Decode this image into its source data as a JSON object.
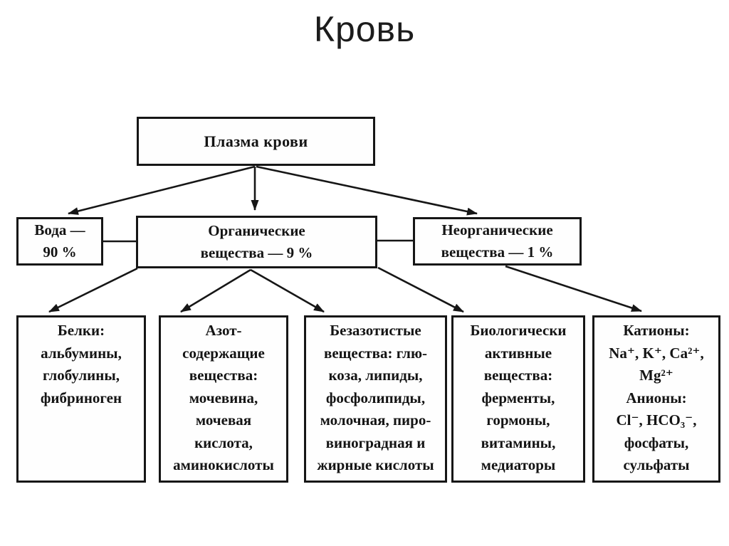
{
  "title": "Кровь",
  "colors": {
    "ink": "#161616",
    "background": "#ffffff"
  },
  "diagram": {
    "root": {
      "label": "Плазма крови"
    },
    "level2": {
      "water": {
        "lines": [
          "Вода —",
          "90 %"
        ]
      },
      "organic": {
        "lines": [
          "Органические",
          "вещества — 9 %"
        ]
      },
      "inorganic": {
        "lines": [
          "Неорганические",
          "вещества — 1 %"
        ]
      }
    },
    "level3": {
      "proteins": {
        "lines": [
          "Белки:",
          "альбумины,",
          "глобулины,",
          "фибриноген"
        ]
      },
      "nitrogenous": {
        "lines": [
          "Азот-",
          "содержащие",
          "вещества:",
          "мочевина,",
          "мочевая",
          "кислота,",
          "аминокислоты"
        ]
      },
      "non_nitrogenous": {
        "lines": [
          "Безазотистые",
          "вещества: глю-",
          "коза, липиды,",
          "фосфолипиды,",
          "молочная, пиро-",
          "виноградная и",
          "жирные кислоты"
        ]
      },
      "bioactive": {
        "lines": [
          "Биологически",
          "активные",
          "вещества:",
          "ферменты,",
          "гормоны,",
          "витамины,",
          "медиаторы"
        ]
      },
      "ions": {
        "lines": [
          "Катионы:",
          "Na⁺, K⁺, Ca²⁺,",
          "Mg²⁺",
          "Анионы:",
          "Cl⁻, HCO₃⁻,",
          "фосфаты,",
          "сульфаты"
        ]
      }
    }
  }
}
